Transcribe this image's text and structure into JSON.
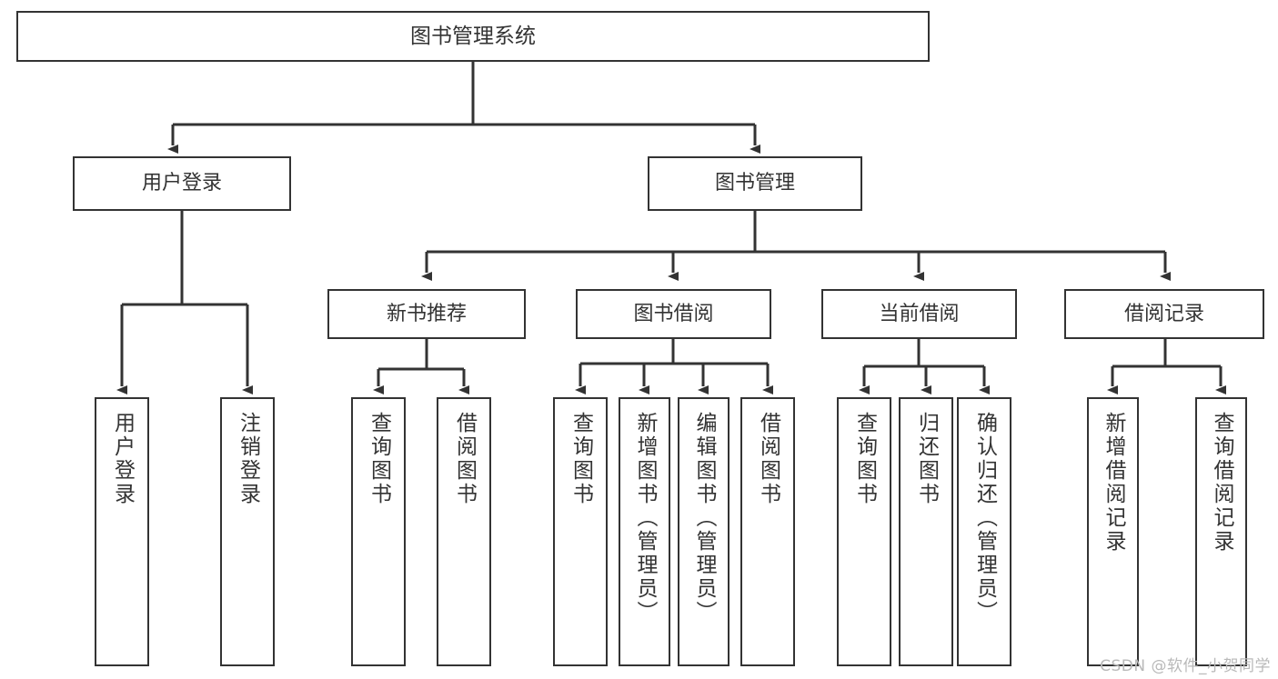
{
  "diagram": {
    "title": "图书管理系统",
    "watermark": "CSDN @软件_小贺同学",
    "colors": {
      "box_stroke": "#333333",
      "edge_stroke": "#333333",
      "text": "#333333",
      "background": "#ffffff",
      "watermark": "#b9b9b9"
    },
    "nodes": {
      "root": {
        "label": "图书管理系统"
      },
      "level2": [
        {
          "id": "user-login",
          "label": "用户登录"
        },
        {
          "id": "book-management",
          "label": "图书管理"
        }
      ],
      "level3": [
        {
          "id": "new-book-recommend",
          "label": "新书推荐"
        },
        {
          "id": "book-borrow",
          "label": "图书借阅"
        },
        {
          "id": "current-borrow",
          "label": "当前借阅"
        },
        {
          "id": "borrow-record",
          "label": "借阅记录"
        }
      ],
      "leaves": {
        "user_login": [
          {
            "id": "leaf-user-login",
            "label": "用户登录"
          },
          {
            "id": "leaf-logout-login",
            "label": "注销登录"
          }
        ],
        "new_book_recommend": [
          {
            "id": "leaf-query-book-1",
            "label": "查询图书"
          },
          {
            "id": "leaf-borrow-book-1",
            "label": "借阅图书"
          }
        ],
        "book_borrow": [
          {
            "id": "leaf-query-book-2",
            "label": "查询图书"
          },
          {
            "id": "leaf-add-book",
            "label": "新增图书（管理员）"
          },
          {
            "id": "leaf-edit-book",
            "label": "编辑图书（管理员）"
          },
          {
            "id": "leaf-borrow-book-2",
            "label": "借阅图书"
          }
        ],
        "current_borrow": [
          {
            "id": "leaf-query-book-3",
            "label": "查询图书"
          },
          {
            "id": "leaf-return-book",
            "label": "归还图书"
          },
          {
            "id": "leaf-confirm-return",
            "label": "确认归还（管理员）"
          }
        ],
        "borrow_record": [
          {
            "id": "leaf-add-borrow-record",
            "label": "新增借阅记录"
          },
          {
            "id": "leaf-query-borrow-record",
            "label": "查询借阅记录"
          }
        ]
      }
    }
  }
}
